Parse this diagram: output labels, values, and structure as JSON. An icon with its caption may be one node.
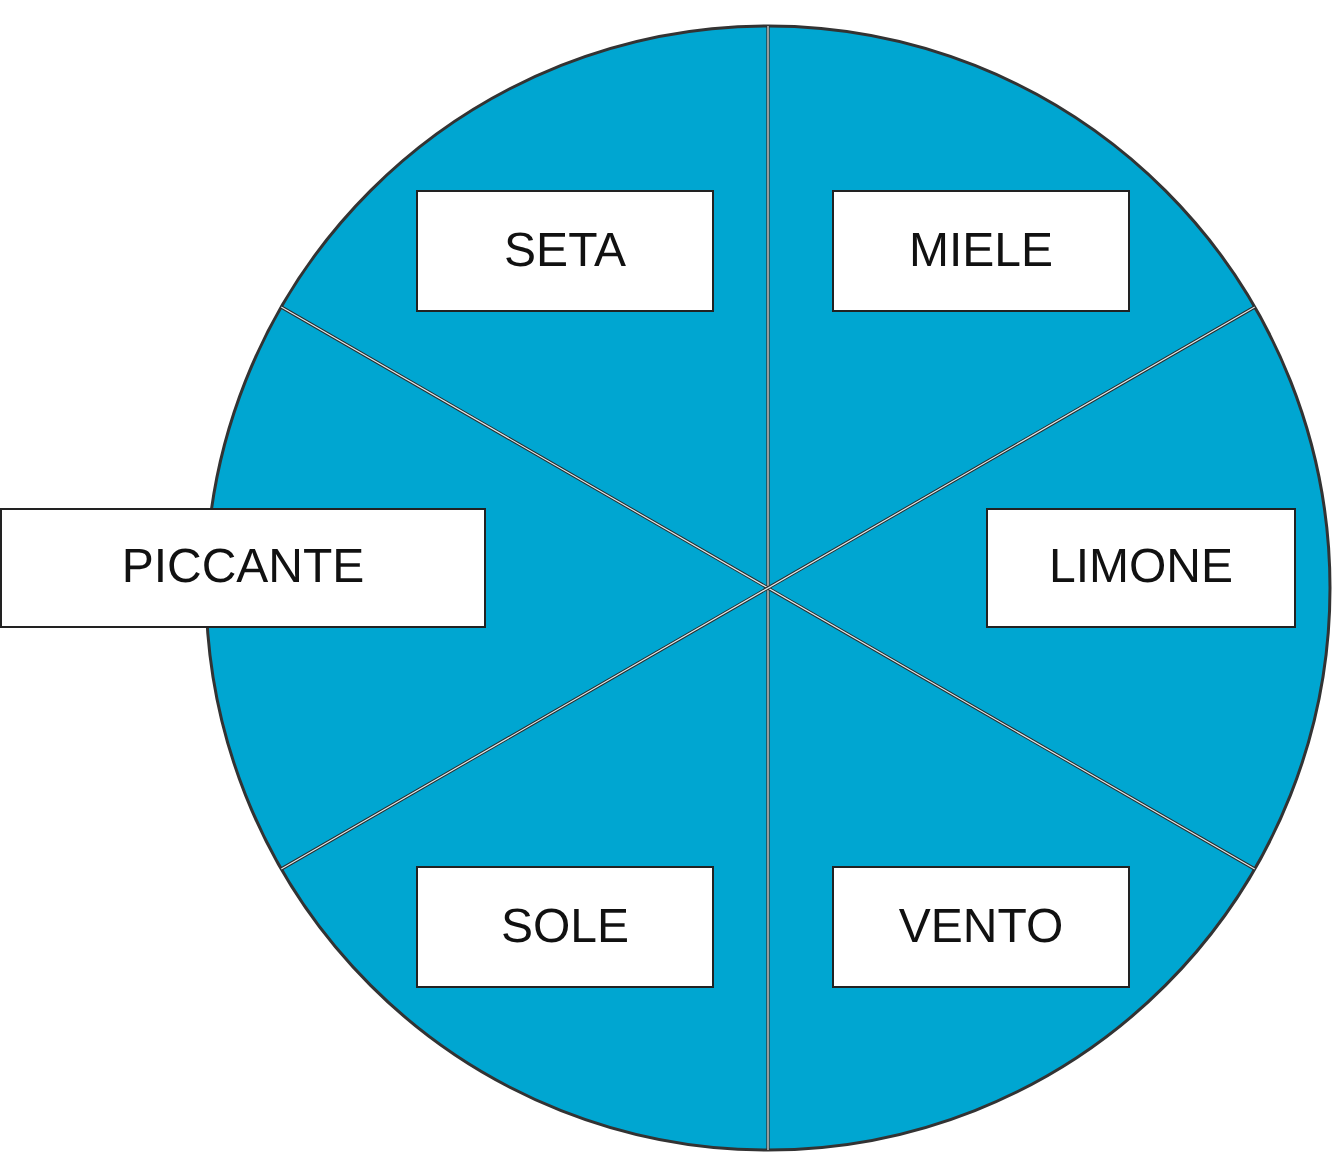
{
  "diagram": {
    "nodes": [
      {
        "text": [],
        "shape": "circle"
      },
      {
        "text": [
          "SETA"
        ],
        "in": 0
      },
      {
        "text": [
          "MIELE"
        ],
        "in": 0
      },
      {
        "text": [
          "PICCANTE"
        ]
      },
      {
        "text": [
          "LIMONE"
        ],
        "in": 0
      },
      {
        "text": [
          "SOLE"
        ],
        "in": 0
      },
      {
        "text": [
          "VENTO"
        ],
        "in": 0
      }
    ]
  }
}
